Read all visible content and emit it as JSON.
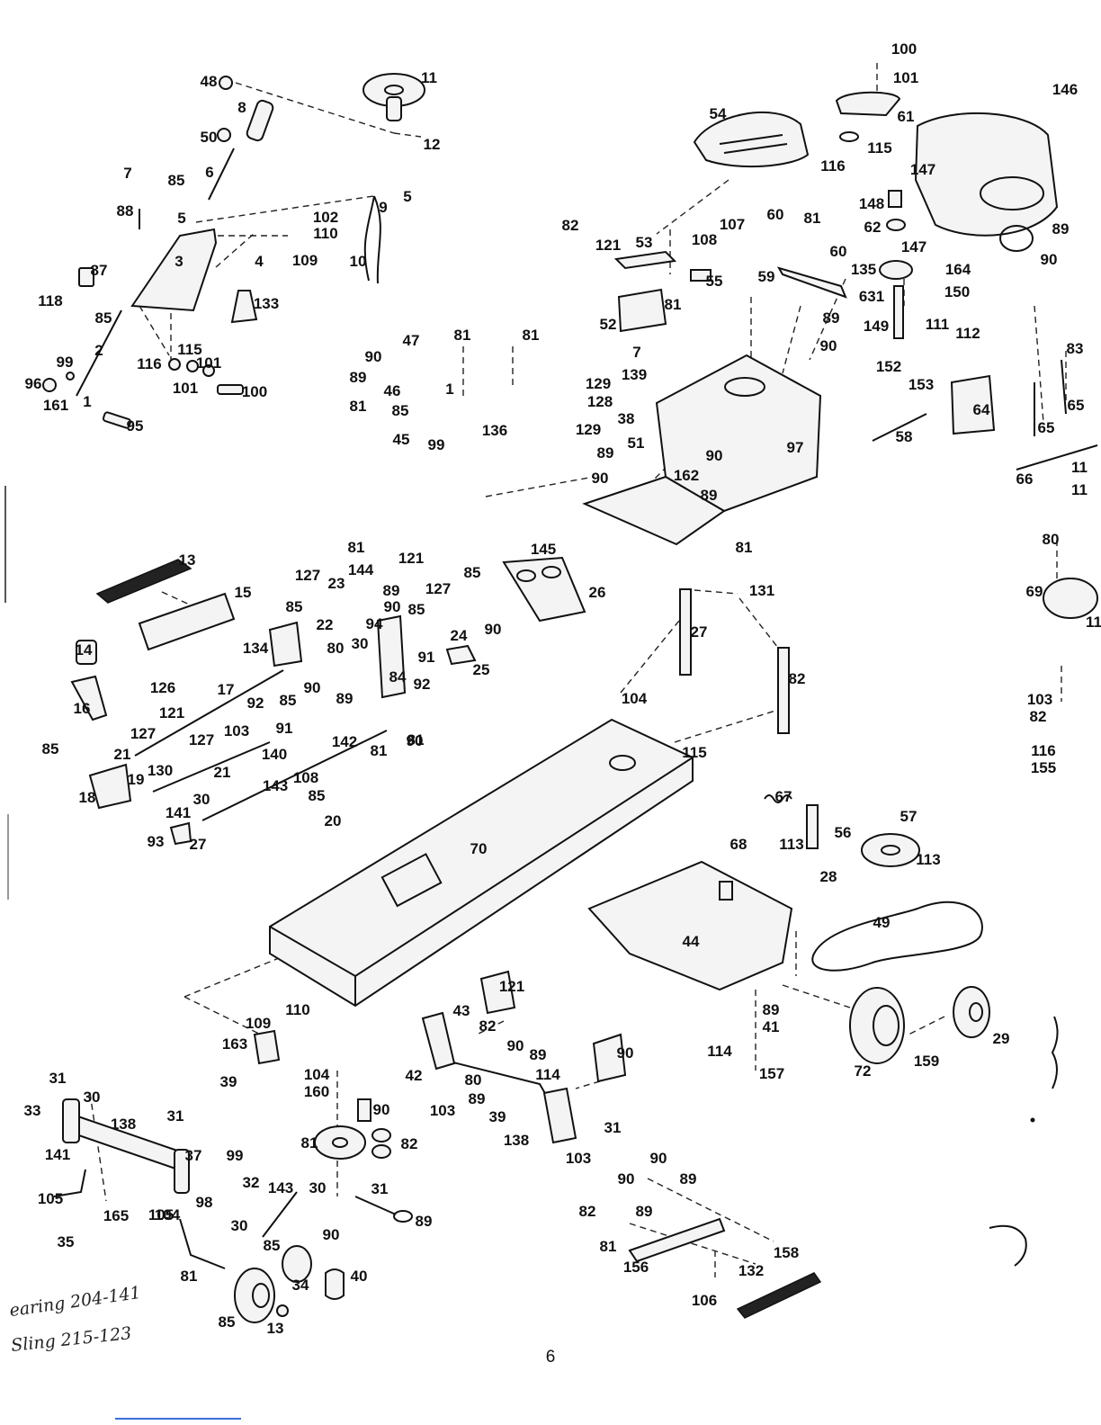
{
  "page": {
    "number": "6",
    "handwritten_notes": [
      "earing 204-141",
      "Sling 215-123"
    ]
  },
  "callouts": [
    "48",
    "11",
    "8",
    "50",
    "12",
    "7",
    "85",
    "6",
    "88",
    "5",
    "9",
    "5",
    "102",
    "110",
    "109",
    "3",
    "4",
    "10",
    "87",
    "118",
    "133",
    "85",
    "2",
    "116",
    "115",
    "101",
    "99",
    "96",
    "101",
    "100",
    "161",
    "1",
    "95",
    "100",
    "101",
    "61",
    "146",
    "54",
    "115",
    "116",
    "147",
    "148",
    "89",
    "62",
    "147",
    "90",
    "135",
    "164",
    "631",
    "150",
    "149",
    "111",
    "112",
    "83",
    "152",
    "153",
    "64",
    "65",
    "58",
    "65",
    "66",
    "11",
    "11",
    "82",
    "121",
    "53",
    "107",
    "108",
    "60",
    "81",
    "60",
    "59",
    "55",
    "81",
    "89",
    "52",
    "90",
    "7",
    "129",
    "139",
    "128",
    "38",
    "129",
    "89",
    "51",
    "90",
    "162",
    "90",
    "89",
    "97",
    "81",
    "47",
    "81",
    "81",
    "90",
    "89",
    "46",
    "81",
    "85",
    "1",
    "45",
    "99",
    "136",
    "13",
    "15",
    "81",
    "121",
    "127",
    "23",
    "144",
    "89",
    "85",
    "90",
    "22",
    "85",
    "94",
    "145",
    "26",
    "127",
    "85",
    "90",
    "24",
    "25",
    "131",
    "27",
    "69",
    "11",
    "14",
    "134",
    "80",
    "30",
    "84",
    "91",
    "92",
    "81",
    "126",
    "17",
    "92",
    "85",
    "90",
    "89",
    "16",
    "121",
    "127",
    "103",
    "91",
    "85",
    "127",
    "140",
    "130",
    "21",
    "142",
    "81",
    "90",
    "21",
    "19",
    "18",
    "143",
    "108",
    "85",
    "30",
    "141",
    "20",
    "93",
    "27",
    "82",
    "104",
    "103",
    "82",
    "115",
    "116",
    "155",
    "80",
    "67",
    "57",
    "113",
    "56",
    "68",
    "113",
    "28",
    "70",
    "49",
    "44",
    "121",
    "43",
    "82",
    "90",
    "89",
    "41",
    "90",
    "89",
    "114",
    "114",
    "157",
    "72",
    "159",
    "29",
    "109",
    "110",
    "163",
    "39",
    "42",
    "80",
    "103",
    "104",
    "160",
    "90",
    "89",
    "39",
    "138",
    "31",
    "30",
    "33",
    "138",
    "31",
    "141",
    "37",
    "82",
    "81",
    "31",
    "103",
    "104",
    "99",
    "32",
    "143",
    "105",
    "165",
    "30",
    "31",
    "98",
    "105",
    "35",
    "30",
    "85",
    "90",
    "89",
    "90",
    "89",
    "90",
    "89",
    "82",
    "81",
    "158",
    "132",
    "34",
    "40",
    "81",
    "156",
    "106",
    "85",
    "13"
  ]
}
